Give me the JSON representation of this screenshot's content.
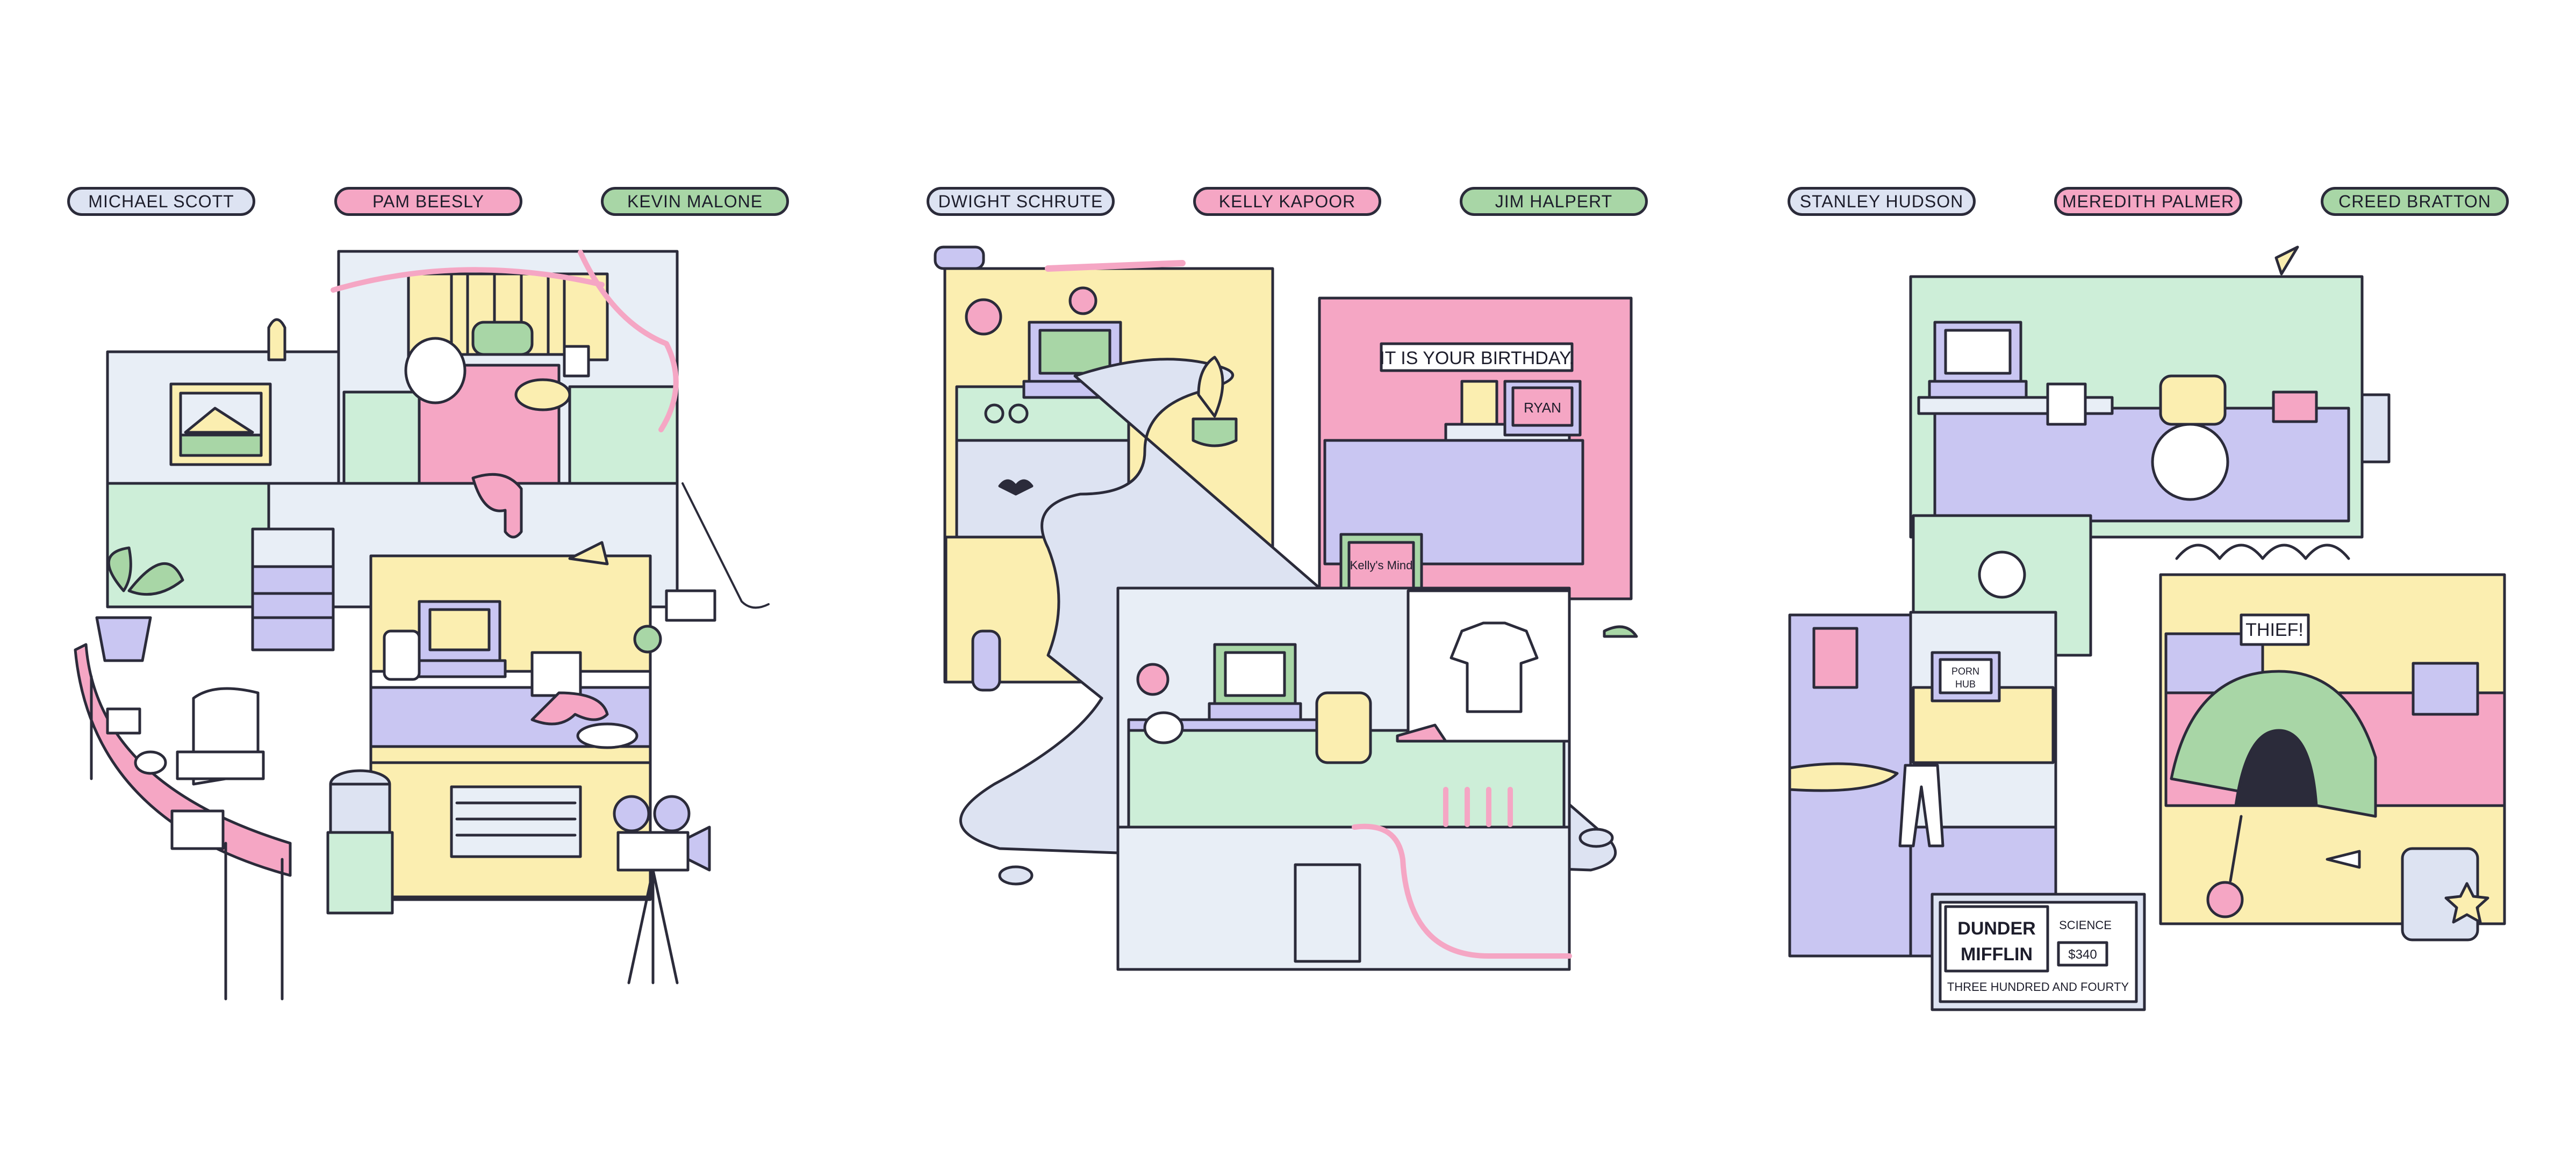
{
  "characters": [
    {
      "name": "MICHAEL SCOTT",
      "color": "#dde3f2"
    },
    {
      "name": "PAM BEESLY",
      "color": "#f5a6c4"
    },
    {
      "name": "KEVIN MALONE",
      "color": "#a8d6a6"
    },
    {
      "name": "DWIGHT SCHRUTE",
      "color": "#dde3f2"
    },
    {
      "name": "KELLY KAPOOR",
      "color": "#f5a6c4"
    },
    {
      "name": "JIM HALPERT",
      "color": "#a8d6a6"
    },
    {
      "name": "STANLEY HUDSON",
      "color": "#dde3f2"
    },
    {
      "name": "MEREDITH PALMER",
      "color": "#f5a6c4"
    },
    {
      "name": "CREED BRATTON",
      "color": "#a8d6a6"
    }
  ],
  "signs": {
    "birthday_banner": "IT IS YOUR BIRTHDAY.",
    "monitor_name": "RYAN",
    "kellys_mind": "Kelly's Mind",
    "porn_hub_1": "PORN",
    "porn_hub_2": "HUB",
    "thief": "THIEF!"
  },
  "plaque": {
    "logo_line1": "DUNDER",
    "logo_line2": "MIFFLIN",
    "category": "SCIENCE",
    "amount": "$340",
    "caption": "THREE HUNDRED AND FOURTY"
  },
  "palette": {
    "outline": "#2b2b3a",
    "blue": "#dde3f2",
    "pink": "#f5a6c4",
    "green": "#a8d6a6",
    "mint": "#cdeed8",
    "yellow": "#fbeeb0",
    "lavender": "#c9c6f2",
    "lightblue": "#e8eef6"
  }
}
